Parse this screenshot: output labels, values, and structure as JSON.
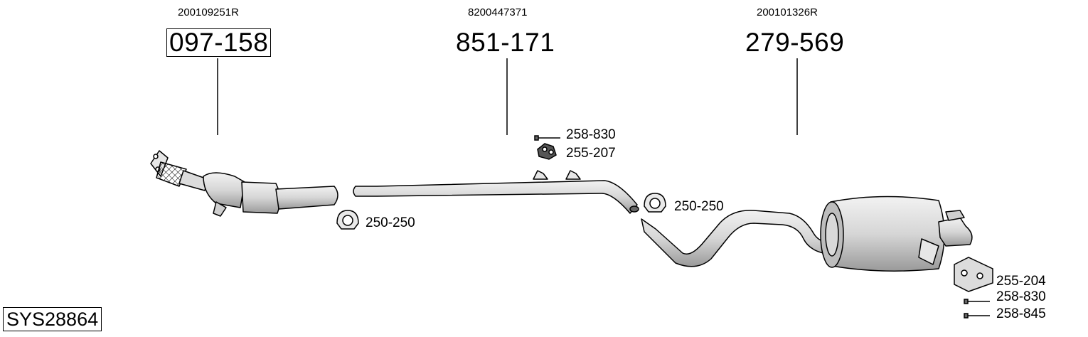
{
  "parts": {
    "catalyst": {
      "oem": "200109251R",
      "number": "097-158"
    },
    "pipe": {
      "oem": "8200447371",
      "number": "851-171"
    },
    "silencer": {
      "oem": "200101326R",
      "number": "279-569"
    }
  },
  "accessories": {
    "bolt_mid": "258-830",
    "rubber_mid": "255-207",
    "clamp_left": "250-250",
    "clamp_mid": "250-250",
    "rubber_rear": "255-204",
    "bolt_rear": "258-830",
    "bolt_rear_2": "258-845"
  },
  "system_id": "SYS28864"
}
